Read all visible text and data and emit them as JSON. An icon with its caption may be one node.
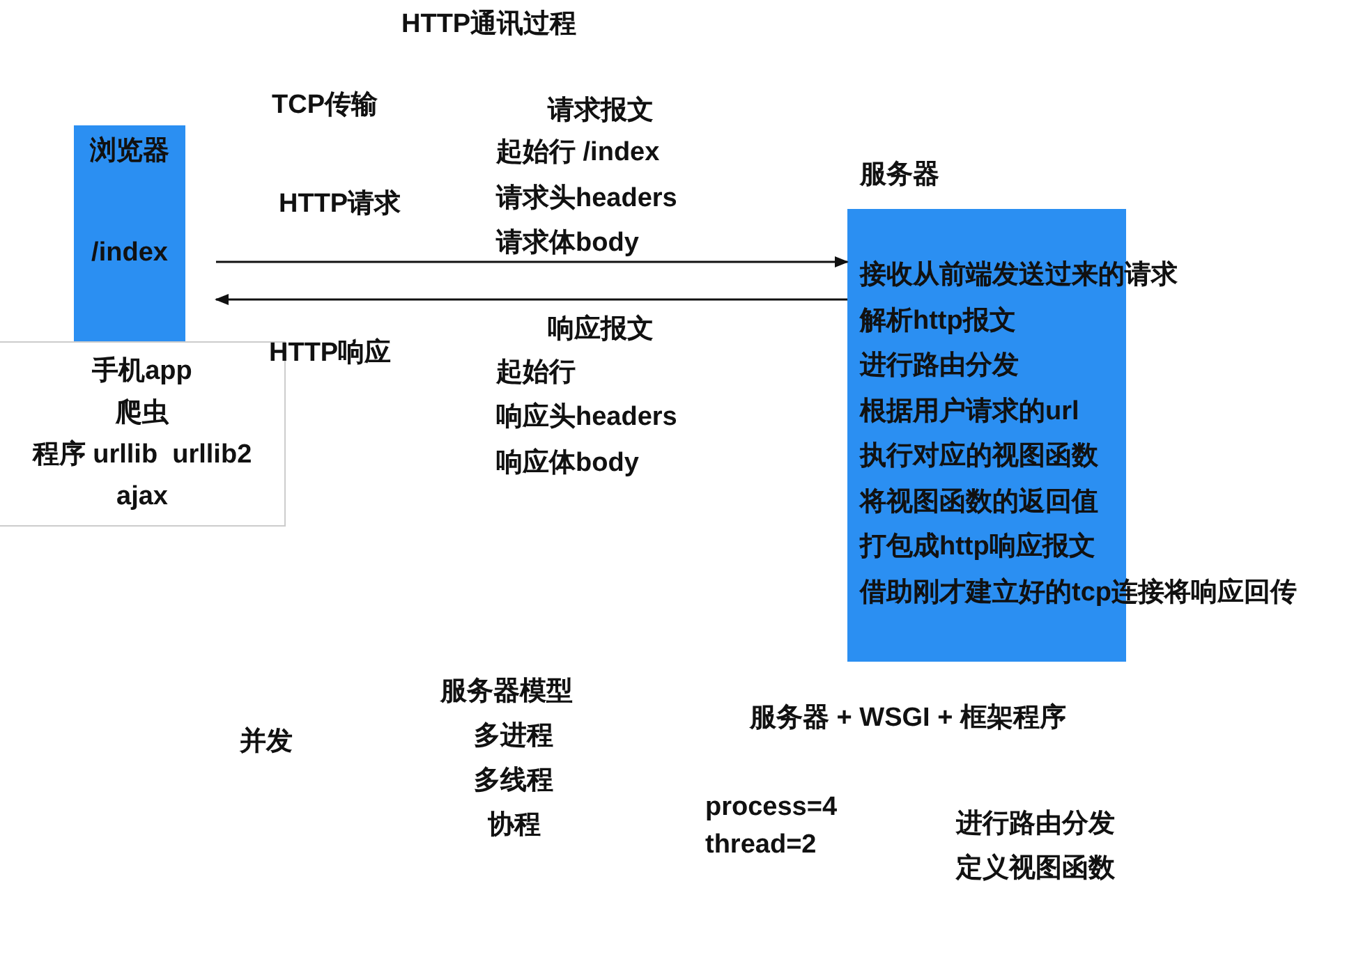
{
  "diagram": {
    "title": "HTTP通讯过程",
    "nodes": [
      {
        "text": [
          "浏览器",
          "/index"
        ]
      },
      {
        "text": [
          "手机app",
          "爬虫",
          "程序 urllib  urllib2",
          "ajax"
        ]
      },
      {
        "text": [
          "服务器",
          "接收从前端发送过来的请求",
          "解析http报文",
          "进行路由分发",
          "根据用户请求的url",
          "执行对应的视图函数",
          "将视图函数的返回值",
          "打包成http响应报文",
          "借助刚才建立好的tcp连接将响应回传"
        ]
      }
    ],
    "edges": [
      {
        "from": 0,
        "to": 2,
        "arrow": "to"
      },
      {
        "from": 2,
        "to": 0,
        "arrow": "to"
      }
    ],
    "labels": [
      "TCP传输",
      "HTTP请求",
      "HTTP响应",
      "请求报文",
      "起始行 /index",
      "请求头headers",
      "请求体body",
      "响应报文",
      "起始行",
      "响应头headers",
      "响应体body",
      "并发",
      "服务器模型",
      "多进程",
      "多线程",
      "协程",
      "服务器 + WSGI + 框架程序",
      "process=4",
      "thread=2",
      "进行路由分发",
      "定义视图函数"
    ]
  }
}
